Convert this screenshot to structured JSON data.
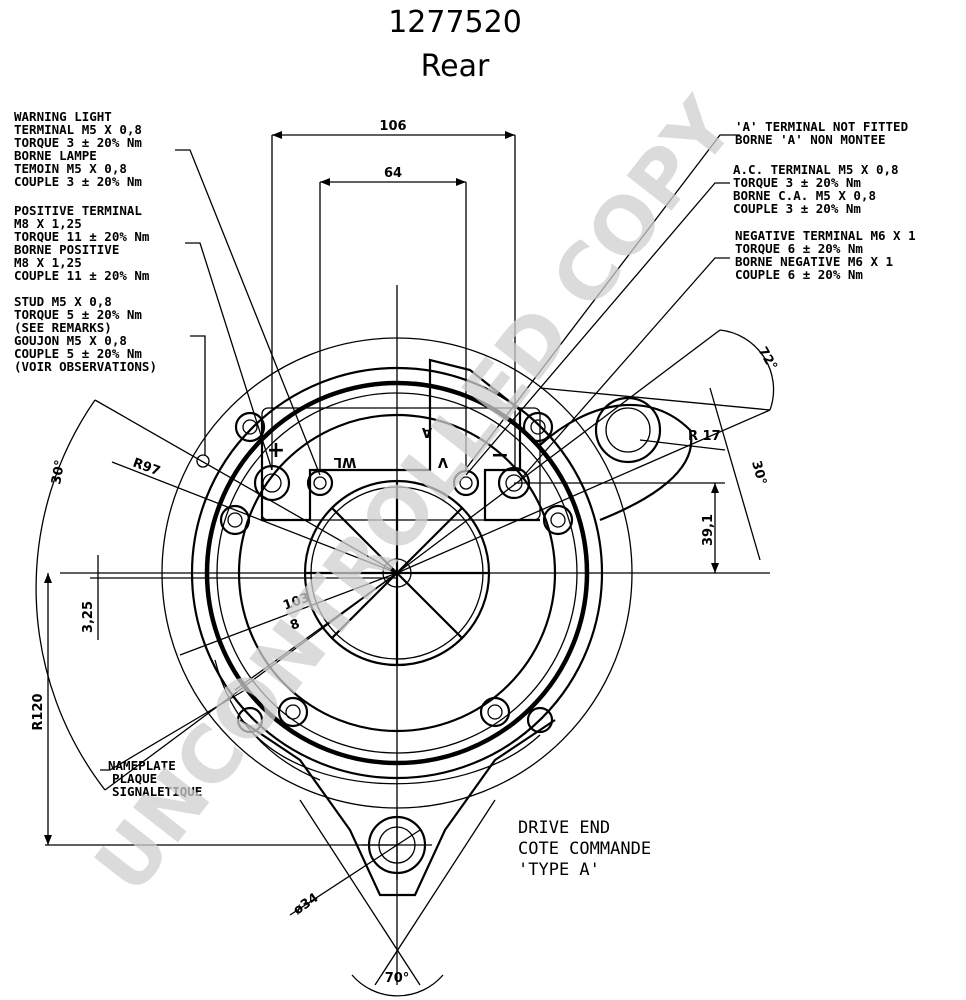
{
  "title": {
    "part_number": "1277520",
    "view": "Rear"
  },
  "watermark": "UNCONTROLLED COPY",
  "notes_left": {
    "warning_light": [
      "WARNING LIGHT",
      "TERMINAL M5 X 0,8",
      "TORQUE 3 ± 20% Nm",
      "BORNE LAMPE",
      "TEMOIN M5 X 0,8",
      "COUPLE 3 ± 20% Nm"
    ],
    "positive_terminal": [
      "POSITIVE TERMINAL",
      "M8 X 1,25",
      "TORQUE 11 ± 20% Nm",
      "BORNE POSITIVE",
      "M8 X 1,25",
      "COUPLE 11 ± 20% Nm"
    ],
    "stud": [
      "STUD M5 X 0,8",
      "TORQUE 5 ± 20% Nm",
      "(SEE REMARKS)",
      "GOUJON M5 X 0,8",
      "COUPLE 5 ± 20% Nm",
      "(VOIR OBSERVATIONS)"
    ]
  },
  "notes_right": {
    "a_terminal": [
      "'A' TERMINAL NOT FITTED",
      "BORNE 'A' NON MONTEE"
    ],
    "ac_terminal": [
      "A.C. TERMINAL M5 X 0,8",
      "TORQUE 3 ± 20% Nm",
      "BORNE C.A. M5 X 0,8",
      "COUPLE 3 ± 20% Nm"
    ],
    "negative_terminal": [
      "NEGATIVE TERMINAL M6 X 1",
      "TORQUE 6 ± 20% Nm",
      "BORNE NEGATIVE M6 X 1",
      "COUPLE 6 ± 20% Nm"
    ]
  },
  "nameplate_note": [
    "NAMEPLATE",
    "PLAQUE",
    "SIGNALETIQUE"
  ],
  "drive_end_note": [
    "DRIVE END",
    "COTE COMMANDE",
    "'TYPE A'"
  ],
  "dimensions": {
    "width_106": "106",
    "width_64": "64",
    "radius_97": "R97",
    "radius_17": "R 17",
    "radius_120": "R120",
    "height_39_1": "39,1",
    "offset_3_25": "3,25",
    "radius_103": "103",
    "radius_8": "8",
    "angle_30_left": "30°",
    "angle_30_right": "30°",
    "angle_72": "72°",
    "angle_70": "70°",
    "diameter_34": "ø34"
  },
  "terminal_marks": {
    "plus": "+",
    "wl": "WL",
    "v": "V",
    "a": "A",
    "minus": "−"
  }
}
